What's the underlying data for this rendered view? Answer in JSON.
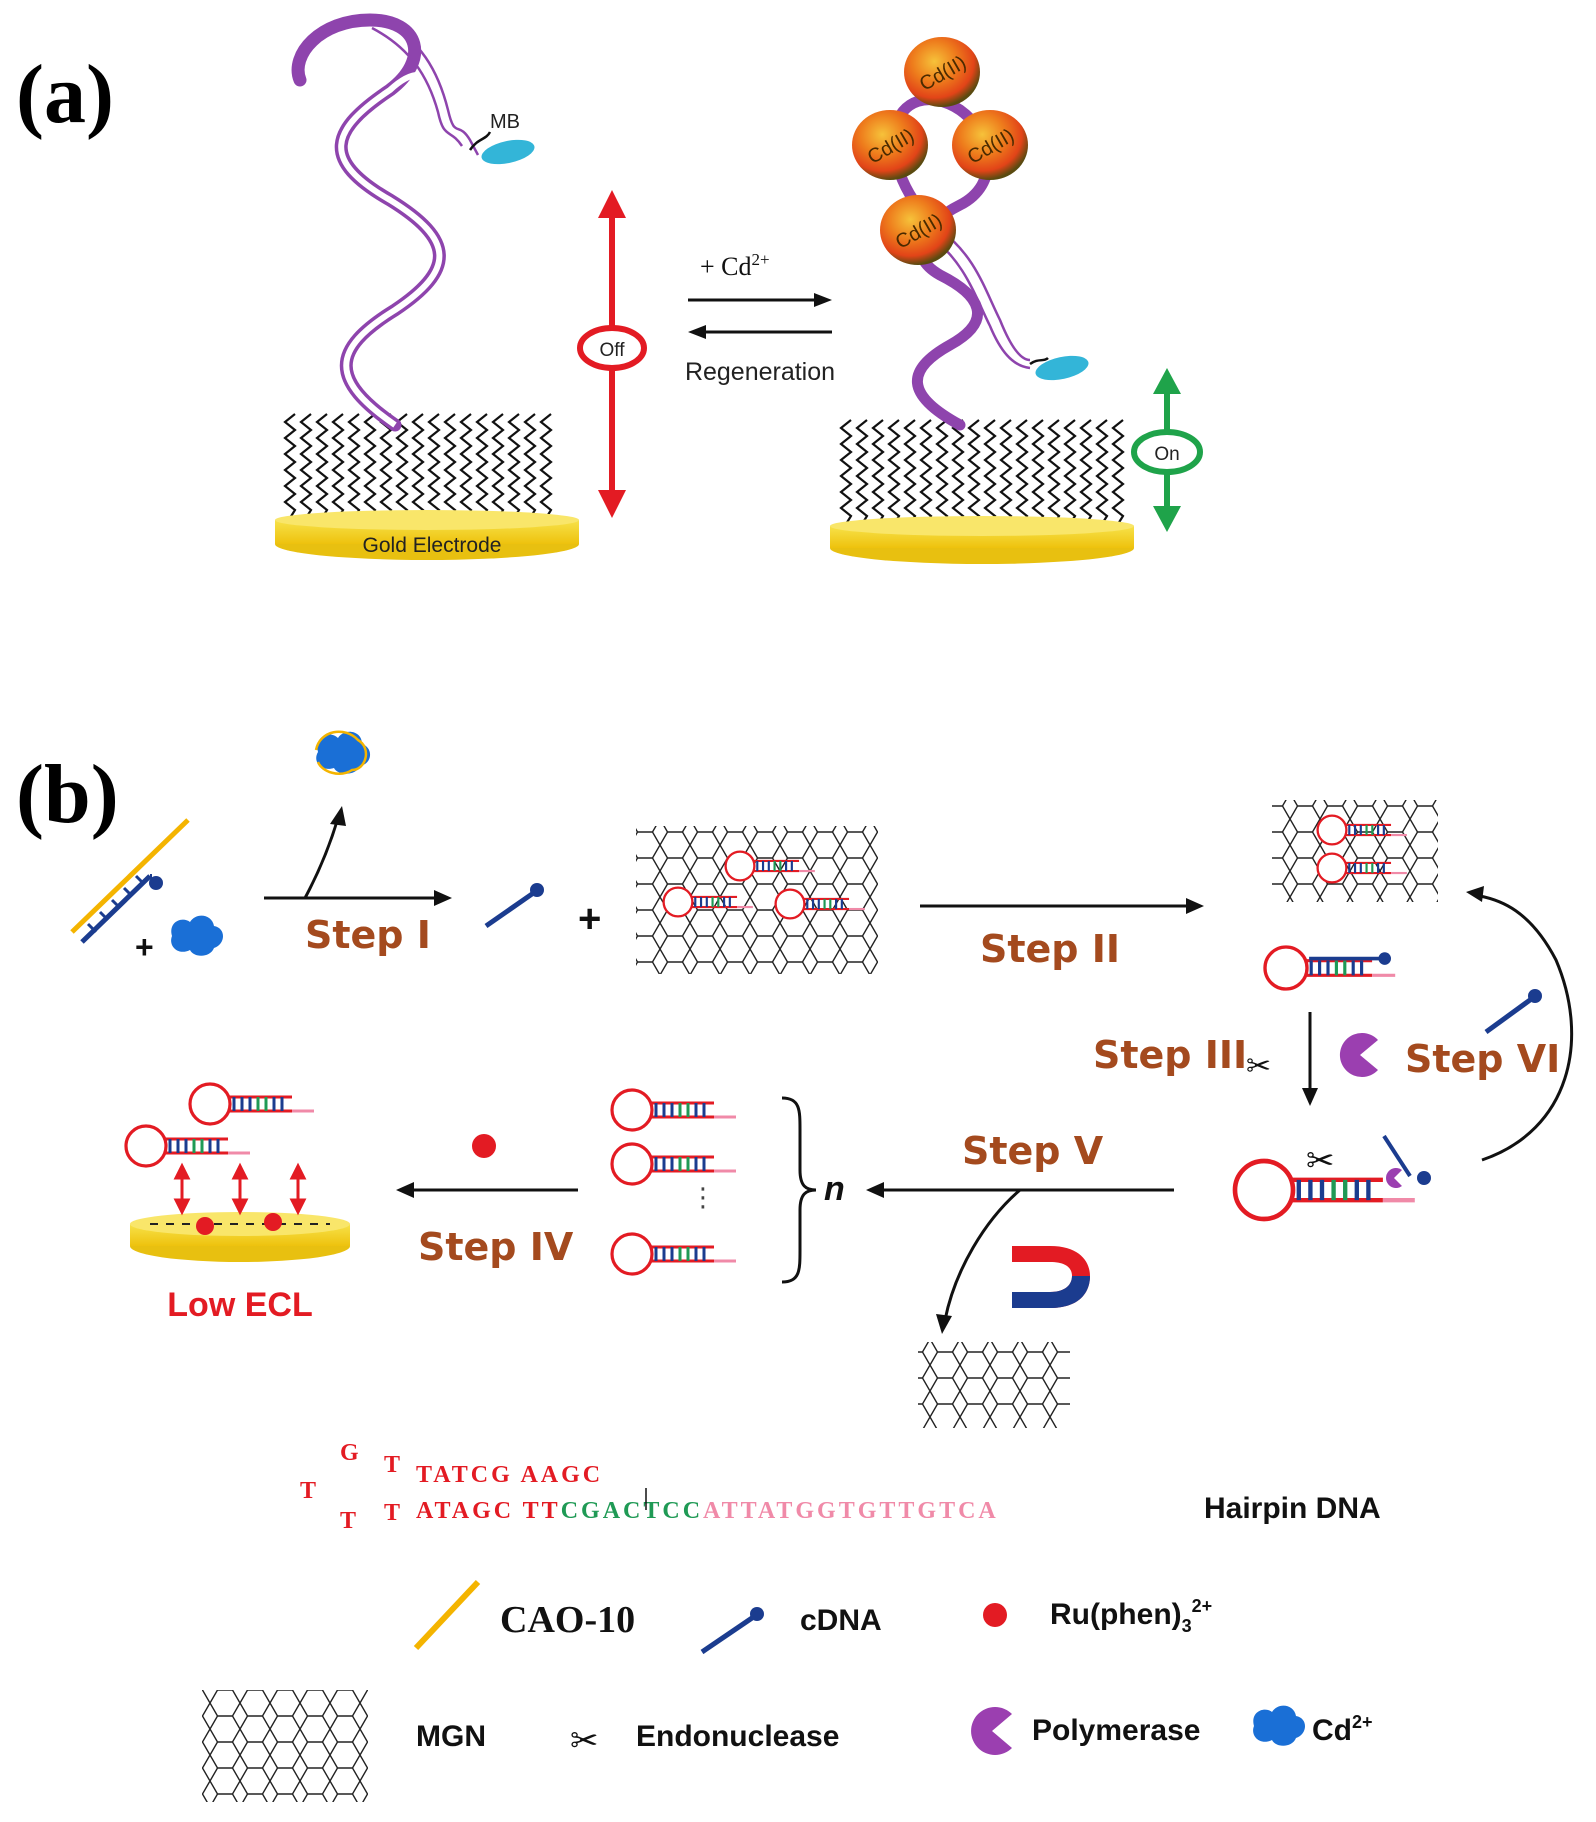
{
  "panel_a": {
    "label": "(a)",
    "mb_label": "MB",
    "cd_labels": [
      "Cd(II)",
      "Cd(II)",
      "Cd(II)",
      "Cd(II)"
    ],
    "forward_label": "+ Cd",
    "forward_sup": "2+",
    "reverse_label": "Regeneration",
    "off_label": "Off",
    "on_label": "On",
    "electrode_label": "Gold Electrode",
    "colors": {
      "dna": "#8e44ad",
      "off": "#e31b23",
      "on": "#1fa34a",
      "gold": "#f2d21b",
      "mb": "#33b5d8"
    }
  },
  "panel_b": {
    "label": "(b)",
    "steps": [
      "Step I",
      "Step II",
      "Step III",
      "Step IV",
      "Step V",
      "Step VI"
    ],
    "n_label": "n",
    "low_ecl": "Low ECL",
    "hairpin": {
      "loop_top_g": "G",
      "loop_top_t": "T",
      "loop_left_t": "T",
      "loop_bottom_t1": "T",
      "loop_bottom_t2": "T",
      "top_strand": "TATCG AAGC",
      "bottom_red": "ATAGC TT",
      "bottom_green": "CG",
      "bottom_green2": "ACTCC",
      "bottom_pink": "ATTATGGTGTTGTCA",
      "name": "Hairpin DNA"
    },
    "legend": {
      "cao": "CAO-10",
      "cdna": "cDNA",
      "ru": "Ru(phen)",
      "ru_sub": "3",
      "ru_sup": "2+",
      "mgn": "MGN",
      "endonuclease": "Endonuclease",
      "polymerase": "Polymerase",
      "cd": "Cd",
      "cd_sup": "2+"
    },
    "colors": {
      "red": "#e31b23",
      "blue": "#1b3c8f",
      "green": "#1f9a55",
      "pink": "#f08aa8",
      "step": "#a44a1e",
      "cd": "#1a6fd6",
      "polymerase": "#9b3fb0",
      "cao": "#f4b400"
    }
  }
}
